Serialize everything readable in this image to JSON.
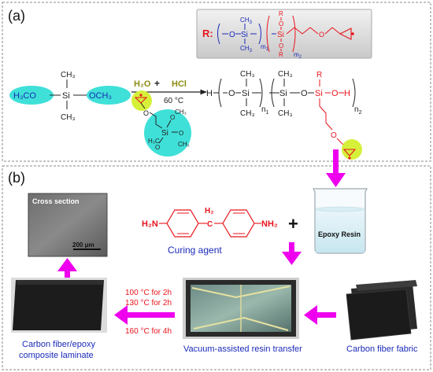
{
  "panel_a": {
    "label": "(a)",
    "r_box": {
      "r_label": "R:",
      "me_top": "CH",
      "me_top_sub": "3",
      "me_bot": "CH",
      "me_bot_sub": "3",
      "o1": "O",
      "si1": "Si",
      "o2": "O",
      "si2": "Si",
      "o3": "O",
      "o4": "O",
      "r_top": "R",
      "r_bot": "R",
      "m1": "m",
      "m1_sub": "1",
      "m2": "m",
      "m2_sub": "2"
    },
    "reactant1": {
      "left": "H₃CO",
      "si": "Si",
      "right": "OCH₃",
      "top": "CH₃",
      "bottom": "CH₃"
    },
    "reagents": {
      "h2o": "H₂O",
      "plus": "+",
      "hcl": "HCl",
      "temp": "60 °C"
    },
    "epoxy_silane": {
      "o_chain": "O",
      "si": "Si",
      "o_top": "O",
      "o_right": "O",
      "o_bot": "O",
      "h3c_left": "H₃C",
      "ch3_top": "CH₃",
      "ch3_right": "CH₃"
    },
    "product": {
      "h": "H",
      "o1": "O",
      "si1": "Si",
      "me1": "CH₃",
      "me2": "CH₃",
      "n1": "n",
      "n1_sub": "1",
      "si2": "Si",
      "me3": "CH₃",
      "me4": "CH₃",
      "o2": "O",
      "si3": "Si",
      "r": "R",
      "o3": "O",
      "h_end": "H",
      "n2": "n",
      "n2_sub": "2",
      "o_chain": "O"
    }
  },
  "panel_b": {
    "label": "(b)",
    "cross_section": "Cross section",
    "scale_bar": "200 μm",
    "curing": {
      "nh2_left": "H₂N",
      "h2": "H₂",
      "c": "C",
      "nh2_right": "NH₂",
      "caption": "Curing agent"
    },
    "plus": "+",
    "epoxy_resin": "Epoxy Resin",
    "conditions": [
      "100 °C for 2h",
      "130 °C for 2h",
      "160 °C for 4h"
    ],
    "laminate_caption_1": "Carbon fiber/epoxy",
    "laminate_caption_2": "composite laminate",
    "vart_caption": "Vacuum-assisted resin transfer",
    "fabric_caption": "Carbon fiber fabric"
  },
  "colors": {
    "arrow": "#ee00ee",
    "teal_highlight": "#3fe0d8",
    "lime_highlight": "#d6f03a",
    "red": "#e8141c",
    "blue": "#1a2ab8",
    "olive": "#8c8c14"
  }
}
